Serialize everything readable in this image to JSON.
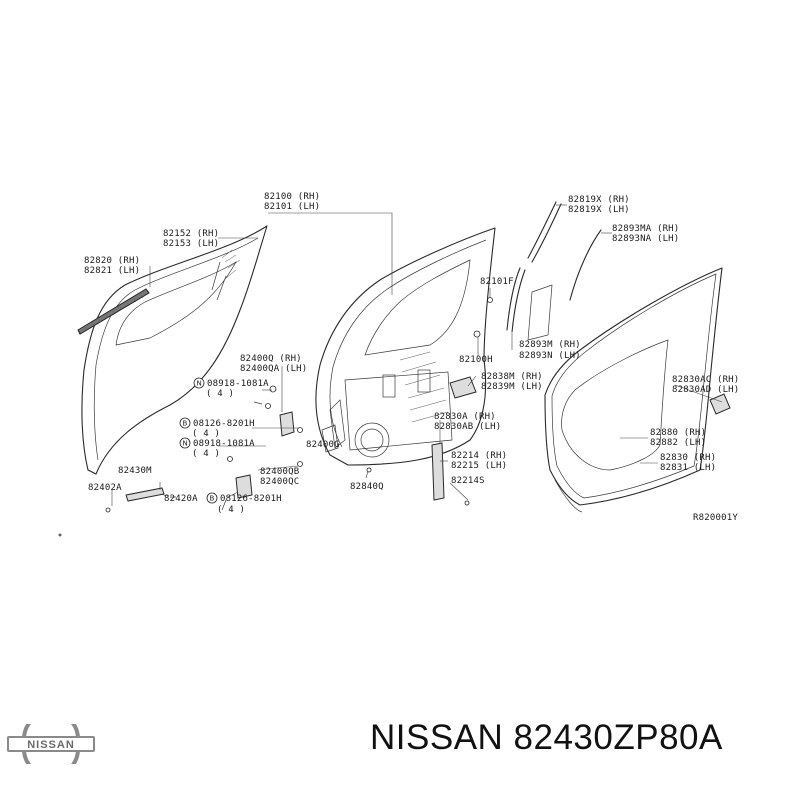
{
  "labels": {
    "l82100": "82100 (RH)",
    "l82101": "82101 (LH)",
    "l82152": "82152 (RH)",
    "l82153": "82153 (LH)",
    "l82820": "82820 (RH)",
    "l82821": "82821 (LH)",
    "l82819X": "82819X (RH)",
    "l82819Xlh": "82819X (LH)",
    "l82893MA": "82893MA (RH)",
    "l82893NA": "82893NA (LH)",
    "l82101F": "82101F",
    "l82100H": "82100H",
    "l82893M": "82893M (RH)",
    "l82893N": "82893N (LH)",
    "l82838M": "82838M (RH)",
    "l82839M": "82839M (LH)",
    "l82400Q": "82400Q (RH)",
    "l82400QA": "82400QA (LH)",
    "b1": "08918-1081A",
    "b1q": "( 4 )",
    "b2": "08126-8201H",
    "b2q": "( 4 )",
    "b3": "08918-1081A",
    "b3q": "( 4 )",
    "b4": "08126-8201H",
    "b4q": "( 4 )",
    "l82400G": "82400G",
    "l82400QB": "82400QB",
    "l82400QC": "82400QC",
    "l82430M": "82430M",
    "l82402A": "82402A",
    "l82420A": "82420A",
    "l82840Q": "82840Q",
    "l82830A": "82830A (RH)",
    "l82830AB": "82830AB (LH)",
    "l82214": "82214 (RH)",
    "l82215": "82215 (LH)",
    "l82214S": "82214S",
    "l82830AC": "82830AC (RH)",
    "l82830AD": "82830AD (LH)",
    "l82880": "82880 (RH)",
    "l82882": "82882 (LH)",
    "l82830": "82830 (RH)",
    "l82831": "82831 (LH)",
    "ref": "R820001Y"
  },
  "symbols": {
    "n": "N",
    "b": "B"
  },
  "logo": {
    "text": "NISSAN"
  },
  "caption": "NISSAN 82430ZP80A"
}
